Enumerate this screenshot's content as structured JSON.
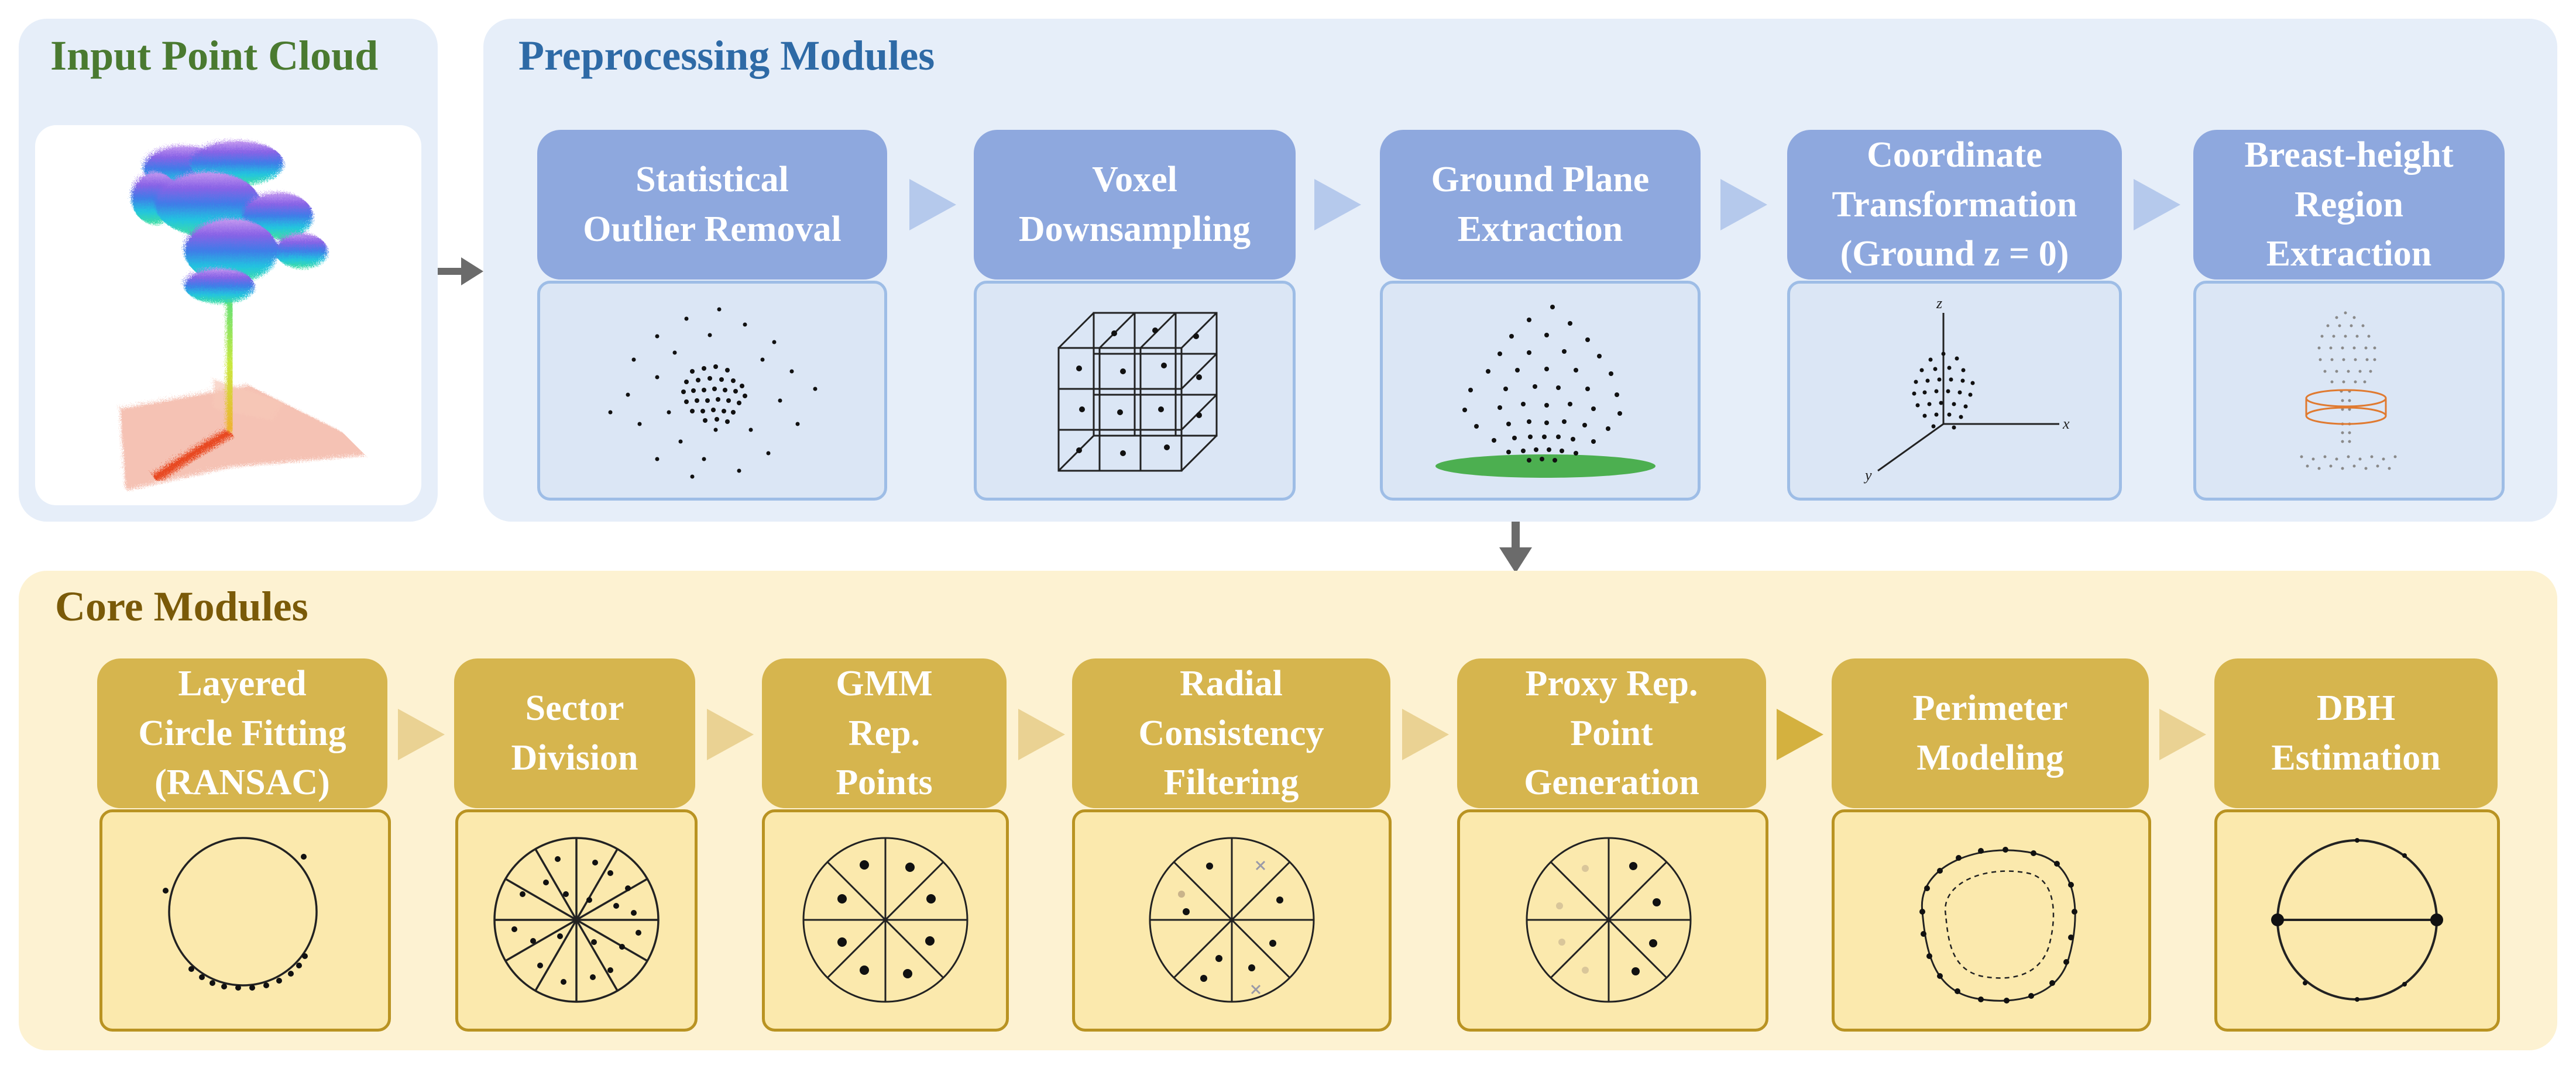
{
  "input_panel": {
    "title": "Input Point Cloud",
    "title_color": "#4a7a30"
  },
  "preprocessing": {
    "title": "Preprocessing Modules",
    "title_color": "#2e6aa6",
    "steps": [
      {
        "label": "Statistical\nOutlier Removal",
        "icon": "scattered-points-icon"
      },
      {
        "label": "Voxel\nDownsampling",
        "icon": "voxel-grid-icon"
      },
      {
        "label": "Ground Plane\nExtraction",
        "icon": "ground-plane-icon"
      },
      {
        "label": "Coordinate\nTransformation\n(Ground z = 0)",
        "icon": "axes-icon"
      },
      {
        "label": "Breast-height\nRegion\nExtraction",
        "icon": "trunk-slice-icon"
      }
    ],
    "axes_labels": {
      "x": "x",
      "y": "y",
      "z": "z"
    }
  },
  "core": {
    "title": "Core Modules",
    "title_color": "#7a5a08",
    "steps": [
      {
        "label": "Layered\nCircle Fitting\n(RANSAC)",
        "icon": "circle-fit-icon"
      },
      {
        "label": "Sector\nDivision",
        "icon": "sector-division-icon"
      },
      {
        "label": "GMM\nRep.\nPoints",
        "icon": "gmm-points-icon"
      },
      {
        "label": "Radial\nConsistency\nFiltering",
        "icon": "radial-filter-icon"
      },
      {
        "label": "Proxy Rep.\nPoint\nGeneration",
        "icon": "proxy-points-icon"
      },
      {
        "label": "Perimeter\nModeling",
        "icon": "perimeter-icon"
      },
      {
        "label": "DBH\nEstimation",
        "icon": "dbh-diameter-icon"
      }
    ]
  },
  "colors": {
    "pre_panel_bg": "#e6eef9",
    "core_panel_bg": "#fdf2d2",
    "pre_head": "#8ea8de",
    "core_head": "#d6b54e",
    "flow_arrow": "#6b6b6b"
  }
}
